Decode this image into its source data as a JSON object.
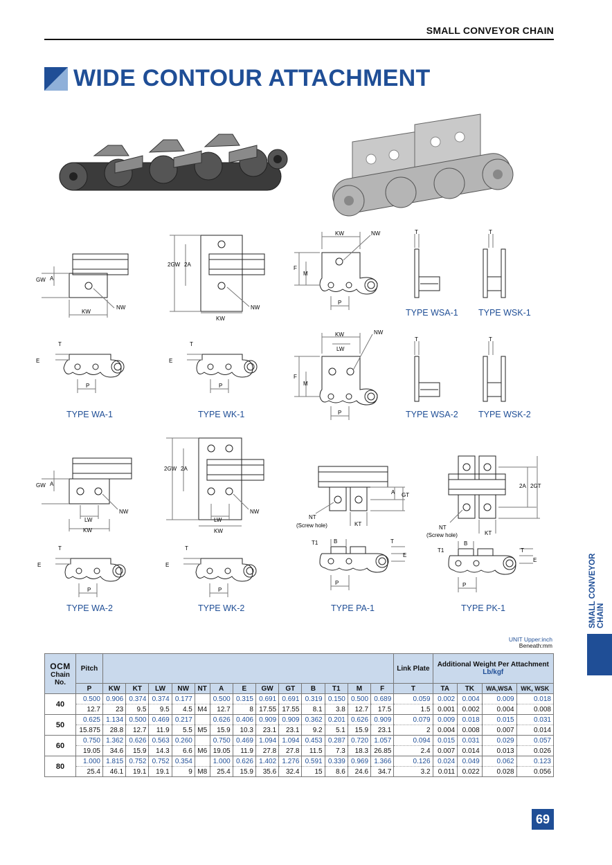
{
  "header": {
    "section": "SMALL CONVEYOR CHAIN"
  },
  "title": "WIDE CONTOUR ATTACHMENT",
  "side_tab": "SMALL CONVEYOR CHAIN",
  "page_number": "69",
  "colors": {
    "brand_blue": "#1f4e96",
    "table_header": "#c9d9ec"
  },
  "types": {
    "wa1": "TYPE WA-1",
    "wk1": "TYPE WK-1",
    "wsa1": "TYPE WSA-1",
    "wsk1": "TYPE WSK-1",
    "wsa2": "TYPE WSA-2",
    "wsk2": "TYPE WSK-2",
    "wa2": "TYPE WA-2",
    "wk2": "TYPE WK-2",
    "pa1": "TYPE PA-1",
    "pk1": "TYPE PK-1"
  },
  "dims": {
    "kw": "KW",
    "nw": "NW",
    "gw": "GW",
    "a": "A",
    "p": "P",
    "t": "T",
    "e": "E",
    "twogw": "2GW",
    "twoa": "2A",
    "f": "F",
    "m": "M",
    "lw": "LW",
    "gt": "GT",
    "twogt": "2GT",
    "b": "B",
    "t1": "T1",
    "nt": "NT",
    "screw": "(Screw hole)",
    "kt": "KT"
  },
  "unit_note": {
    "line1": "UNIT Upper:inch",
    "line2": "Beneath:mm"
  },
  "table": {
    "brand": "OCM",
    "chain_label": "Chain No.",
    "pitch_label": "Pitch",
    "link_plate": "Link Plate",
    "add_weight": "Additional Weight Per Attachment",
    "weight_unit": "Lb/kgf",
    "columns": [
      "P",
      "KW",
      "KT",
      "LW",
      "NW",
      "NT",
      "A",
      "E",
      "GW",
      "GT",
      "B",
      "T1",
      "M",
      "F",
      "T",
      "TA",
      "TK",
      "WA,WSA",
      "WK, WSK"
    ],
    "rows": [
      {
        "chain": "40",
        "nt": "M4",
        "upper": [
          "0.500",
          "0.906",
          "0.374",
          "0.374",
          "0.177",
          "0.500",
          "0.315",
          "0.691",
          "0.691",
          "0.319",
          "0.150",
          "0.500",
          "0.689",
          "0.059",
          "0.002",
          "0.004",
          "0.009",
          "0.018"
        ],
        "lower": [
          "12.7",
          "23",
          "9.5",
          "9.5",
          "4.5",
          "12.7",
          "8",
          "17.55",
          "17.55",
          "8.1",
          "3.8",
          "12.7",
          "17.5",
          "1.5",
          "0.001",
          "0.002",
          "0.004",
          "0.008"
        ]
      },
      {
        "chain": "50",
        "nt": "M5",
        "upper": [
          "0.625",
          "1.134",
          "0.500",
          "0.469",
          "0.217",
          "0.626",
          "0.406",
          "0.909",
          "0.909",
          "0.362",
          "0.201",
          "0.626",
          "0.909",
          "0.079",
          "0.009",
          "0.018",
          "0.015",
          "0.031"
        ],
        "lower": [
          "15.875",
          "28.8",
          "12.7",
          "11.9",
          "5.5",
          "15.9",
          "10.3",
          "23.1",
          "23.1",
          "9.2",
          "5.1",
          "15.9",
          "23.1",
          "2",
          "0.004",
          "0.008",
          "0.007",
          "0.014"
        ]
      },
      {
        "chain": "60",
        "nt": "M6",
        "upper": [
          "0.750",
          "1.362",
          "0.626",
          "0.563",
          "0.260",
          "0.750",
          "0.469",
          "1.094",
          "1.094",
          "0.453",
          "0.287",
          "0.720",
          "1.057",
          "0.094",
          "0.015",
          "0.031",
          "0.029",
          "0.057"
        ],
        "lower": [
          "19.05",
          "34.6",
          "15.9",
          "14.3",
          "6.6",
          "19.05",
          "11.9",
          "27.8",
          "27.8",
          "11.5",
          "7.3",
          "18.3",
          "26.85",
          "2.4",
          "0.007",
          "0.014",
          "0.013",
          "0.026"
        ]
      },
      {
        "chain": "80",
        "nt": "M8",
        "upper": [
          "1.000",
          "1.815",
          "0.752",
          "0.752",
          "0.354",
          "1.000",
          "0.626",
          "1.402",
          "1.276",
          "0.591",
          "0.339",
          "0.969",
          "1.366",
          "0.126",
          "0.024",
          "0.049",
          "0.062",
          "0.123"
        ],
        "lower": [
          "25.4",
          "46.1",
          "19.1",
          "19.1",
          "9",
          "25.4",
          "15.9",
          "35.6",
          "32.4",
          "15",
          "8.6",
          "24.6",
          "34.7",
          "3.2",
          "0.011",
          "0.022",
          "0.028",
          "0.056"
        ]
      }
    ]
  }
}
